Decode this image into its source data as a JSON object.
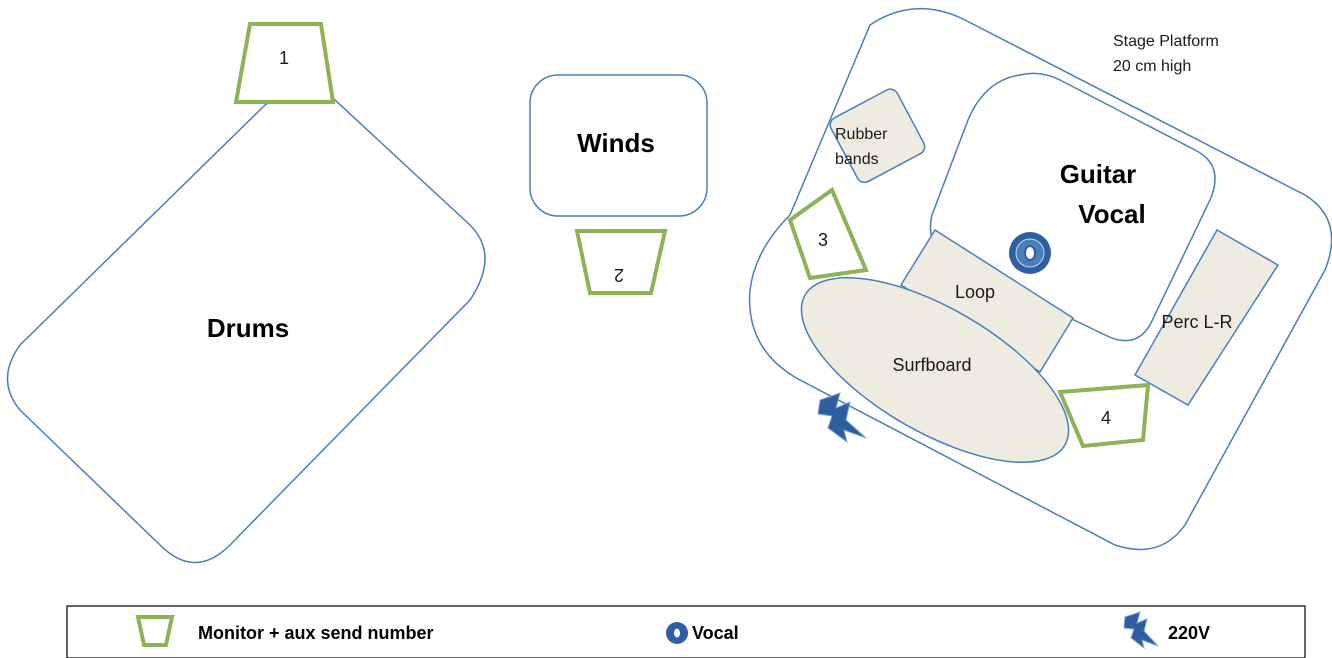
{
  "areas": {
    "drums": "Drums",
    "winds": "Winds",
    "guitar_vocal_line1": "Guitar",
    "guitar_vocal_line2": "Vocal",
    "rubber_bands_line1": "Rubber",
    "rubber_bands_line2": "bands",
    "loop": "Loop",
    "surfboard": "Surfboard",
    "perc": "Perc L-R"
  },
  "monitors": [
    {
      "number": "1"
    },
    {
      "number": "2"
    },
    {
      "number": "3"
    },
    {
      "number": "4"
    }
  ],
  "stage_note": {
    "line1": "Stage Platform",
    "line2": "20 cm high"
  },
  "legend": {
    "monitor_label": "Monitor + aux send number",
    "vocal_label": "Vocal",
    "power_label": "220V"
  },
  "colors": {
    "outline_blue": "#4a7ebb",
    "monitor_green": "#8db356",
    "fill_beige": "#eeece1",
    "vocal_blue": "#2e5fa3",
    "power_blue": "#2f5e9e"
  }
}
